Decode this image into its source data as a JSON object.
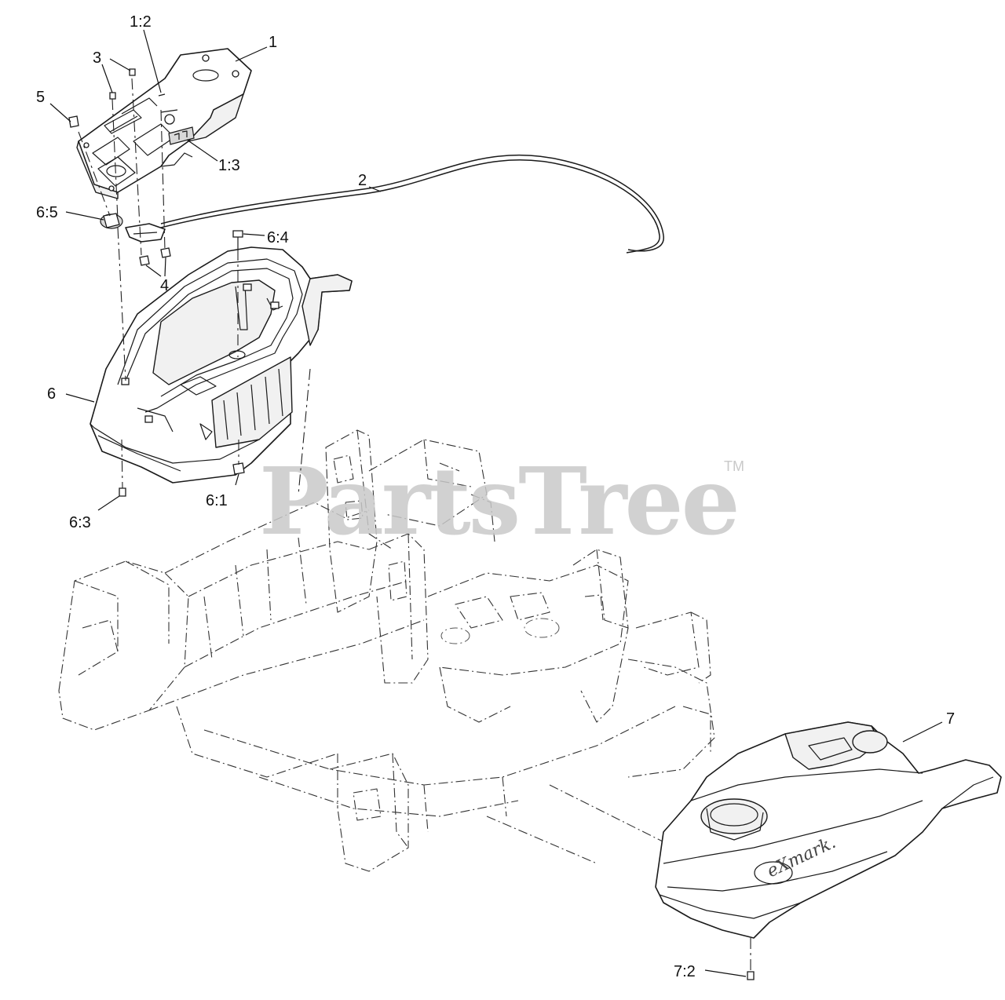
{
  "callouts": {
    "c1": "1",
    "c1_2": "1:2",
    "c1_3": "1:3",
    "c2": "2",
    "c3": "3",
    "c4": "4",
    "c5": "5",
    "c6": "6",
    "c6_1": "6:1",
    "c6_3": "6:3",
    "c6_4": "6:4",
    "c6_5": "6:5",
    "c7": "7",
    "c7_2": "7:2"
  },
  "watermark": {
    "text": "PartsTree",
    "trademark": "TM"
  },
  "brand_logo": "eXmark.",
  "colors": {
    "line": "#1a1a1a",
    "watermark": "#c9c9c9",
    "background": "#ffffff"
  }
}
